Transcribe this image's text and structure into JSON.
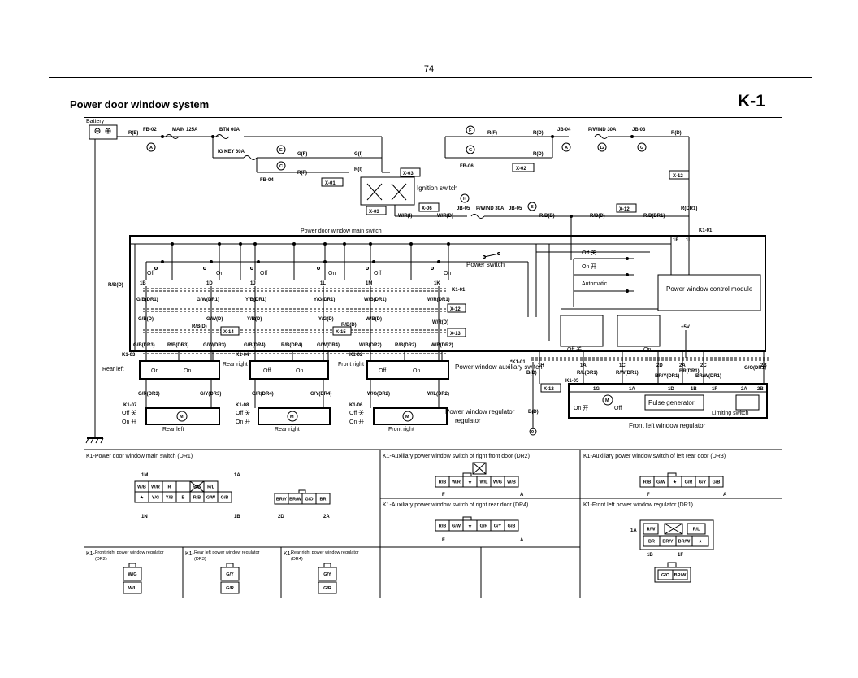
{
  "header": {
    "page_number": "74",
    "title": "Power door window system",
    "code": "K-1"
  },
  "components": {
    "battery": "Battery",
    "ignition_switch": "Ignition switch",
    "main_switch": "Power door window main switch",
    "power_switch": "Power switch",
    "control_module": "Power window control module",
    "pulse_generator": "Pulse generator",
    "limiting_switch": "Limiting switch",
    "front_left_regulator": "Front left window regulator",
    "aux_switch": "Power window auxiliary switch",
    "regulator": "Power window regulator",
    "rear_left": "Rear left",
    "rear_right": "Rear right",
    "front_right": "Front right",
    "automatic": "Automatic",
    "motor": "M"
  },
  "states": {
    "off": "Off",
    "on": "On",
    "off_cn": "Off 关",
    "on_cn": "On 开"
  },
  "fuses": [
    {
      "ref": "FB-02",
      "name": "MAIN 125A"
    },
    {
      "ref": "",
      "name": "BTN 60A"
    },
    {
      "ref": "",
      "name": "IG KEY 60A"
    },
    {
      "ref": "JB-04",
      "name": "P/WIND 30A"
    },
    {
      "ref": "JB-03",
      "name": ""
    },
    {
      "ref": "JB-05",
      "name": "P/WIND 30A"
    }
  ],
  "wires_top": [
    "R(E)",
    "G(F)",
    "R(F)",
    "G(I)",
    "R(I)",
    "R(F)",
    "R(D)",
    "R(D)",
    "R(D)",
    "W/R(I)",
    "W/R(D)",
    "R/B(D)",
    "R/B(D)",
    "R/B(DR1)",
    "R(DR1)"
  ],
  "connectors_top": [
    "X-03",
    "X-01",
    "X-02",
    "X-06",
    "X-12",
    "X-12",
    "FB-04",
    "FB-06",
    "JB-05",
    "JB-05",
    "K1-01",
    "X-03"
  ],
  "main_pins": [
    "1B",
    "1D",
    "1J",
    "1L",
    "1M",
    "1K",
    "1F",
    "1I"
  ],
  "harness_wires": [
    [
      "G/B(DR1)",
      "G/W(DR1)",
      "Y/B(DR1)",
      "Y/G(DR1)",
      "W/B(DR1)",
      "W/R(DR1)"
    ],
    [
      "G/B(D)",
      "G/W(D)",
      "Y/B(D)",
      "Y/G(D)",
      "W/B(D)",
      "W/R(D)"
    ],
    [
      "G/B(DR3)",
      "R/B(DR3)",
      "G/W(DR3)",
      "G/B(DR4)",
      "R/B(DR4)",
      "G/W(DR4)",
      "W/B(DR2)",
      "R/B(DR2)",
      "W/R(DR2)"
    ],
    [
      "G/R(DR3)",
      "G/Y(DR3)",
      "G/R(DR4)",
      "G/Y(DR4)",
      "W/G(DR2)",
      "W/L(DR2)"
    ]
  ],
  "harness_connectors": [
    "K1-01",
    "X-12",
    "X-14",
    "X-15",
    "X-13",
    "K1-03",
    "K1-04",
    "K1-02",
    "K1-07",
    "K1-08",
    "K1-06",
    "K1-05",
    "R/B(D)"
  ],
  "front_left": {
    "pins_top": [
      "1H",
      "1A",
      "1C",
      "2D",
      "2A",
      "2C",
      "2B"
    ],
    "wires": [
      "B(D)",
      "R/L(DR1)",
      "R/W(DR1)",
      "BR/Y(DR1)",
      "BR(DR1)",
      "BR/W(DR1)",
      "G/O(DR1)"
    ],
    "pins_mid": [
      "1G",
      "1A",
      "1D",
      "1B",
      "1F",
      "2A",
      "2B"
    ],
    "ground": "B(D)",
    "conn": "X-12",
    "plus5": "+5V"
  },
  "panels": {
    "dr1": {
      "title": "K1-Power door window main switch (DR1)",
      "row1": [
        "W/B",
        "W/R",
        "R",
        "",
        "R/W",
        "R/L"
      ],
      "row2": [
        "Y/G",
        "Y/B",
        "B",
        "R/B",
        "G/W",
        "G/B"
      ],
      "corners": [
        "1M",
        "1A",
        "1N",
        "1B"
      ],
      "sub_row": [
        "BR/Y",
        "BR/W",
        "G/O",
        "BR"
      ],
      "sub_pins": [
        "2D",
        "2A"
      ]
    },
    "dr2": {
      "title": "K1-Auxiliary power window switch of right front door (DR2)",
      "row": [
        "R/B",
        "W/R",
        "W/L",
        "W/G",
        "W/B"
      ],
      "pins": [
        "F",
        "A"
      ]
    },
    "dr3": {
      "title": "K1-Auxiliary power window switch of left rear door (DR3)",
      "row": [
        "R/B",
        "G/W",
        "G/R",
        "G/Y",
        "G/B"
      ],
      "pins": [
        "F",
        "A"
      ]
    },
    "dr4": {
      "title": "K1-Auxiliary power window switch of right rear door (DR4)",
      "row": [
        "R/B",
        "G/W",
        "G/R",
        "G/Y",
        "G/B"
      ],
      "pins": [
        "F",
        "A"
      ]
    },
    "flr": {
      "title": "K1-Front left power window regulator (DR1)",
      "row1": [
        "R/W",
        "R/L"
      ],
      "row2": [
        "BR",
        "BR/Y",
        "BR/W"
      ],
      "pins": [
        "1A",
        "1B",
        "1F"
      ],
      "sub": [
        "G/O",
        "BR/W"
      ]
    },
    "frr": {
      "title": "Front right power window regulator",
      "sub": "(DR2)",
      "prefix": "K1-",
      "wires": [
        "W/G",
        "W/L"
      ]
    },
    "rlr": {
      "title": "Rear left power window regulator",
      "sub": "(DR3)",
      "prefix": "K1-",
      "wires": [
        "G/Y",
        "G/R"
      ]
    },
    "rrr": {
      "title": "Rear right power window regulator",
      "sub": "(DR4)",
      "prefix": "K1-",
      "wires": [
        "G/Y",
        "G/R"
      ]
    }
  }
}
